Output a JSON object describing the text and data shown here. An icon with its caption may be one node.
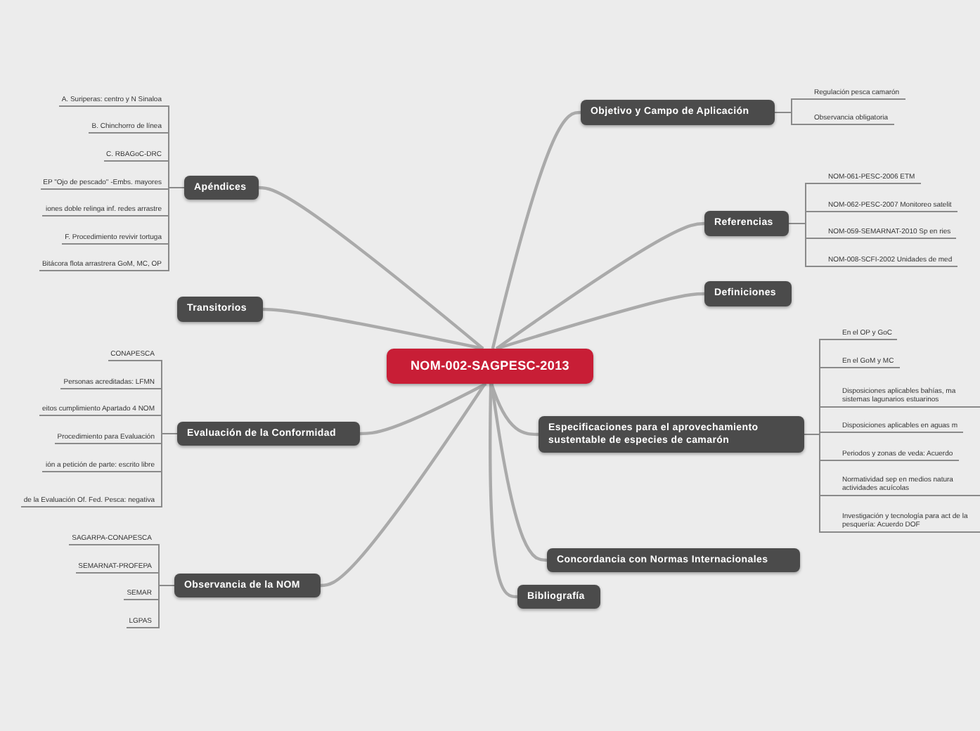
{
  "diagram": {
    "nodes": [
      {
        "text": [
          "NOM-002-SAGPESC-2013"
        ]
      },
      {
        "text": [
          "Objetivo y Campo de Aplicación"
        ]
      },
      {
        "text": [
          "Regulación pesca camarón"
        ]
      },
      {
        "text": [
          "Observancia obligatoria"
        ]
      },
      {
        "text": [
          "Referencias"
        ]
      },
      {
        "text": [
          "NOM-061-PESC-2006 ETM"
        ]
      },
      {
        "text": [
          "NOM-062-PESC-2007 Monitoreo satelit"
        ]
      },
      {
        "text": [
          "NOM-059-SEMARNAT-2010 Sp en ries"
        ]
      },
      {
        "text": [
          "NOM-008-SCFI-2002 Unidades de med"
        ]
      },
      {
        "text": [
          "Definiciones"
        ]
      },
      {
        "text": [
          "Especificaciones para el aprovechamiento sustentable de especies de camarón"
        ]
      },
      {
        "text": [
          "En el OP y GoC"
        ]
      },
      {
        "text": [
          "En el GoM y MC"
        ]
      },
      {
        "text": [
          "Disposiciones aplicables bahías, ma sistemas lagunarios estuarinos"
        ]
      },
      {
        "text": [
          "Disposiciones aplicables en aguas m"
        ]
      },
      {
        "text": [
          "Periodos y zonas de veda: Acuerdo"
        ]
      },
      {
        "text": [
          "Normatividad sep en medios natura actividades acuícolas"
        ]
      },
      {
        "text": [
          "Investigación y tecnología para act de la pesquería: Acuerdo DOF"
        ]
      },
      {
        "text": [
          "Concordancia con Normas Internacionales"
        ]
      },
      {
        "text": [
          "Bibliografía"
        ]
      },
      {
        "text": [
          "Apéndices"
        ]
      },
      {
        "text": [
          "A. Suriperas: centro y N Sinaloa"
        ]
      },
      {
        "text": [
          "B. Chinchorro de línea"
        ]
      },
      {
        "text": [
          "C. RBAGoC-DRC"
        ]
      },
      {
        "text": [
          "EP \"Ojo de pescado\" -Embs. mayores"
        ]
      },
      {
        "text": [
          "iones doble relinga inf. redes arrastre"
        ]
      },
      {
        "text": [
          "F. Procedimiento revivir tortuga"
        ]
      },
      {
        "text": [
          "Bitácora flota arrastrera GoM, MC, OP"
        ]
      },
      {
        "text": [
          "Transitorios"
        ]
      },
      {
        "text": [
          "Evaluación de la Conformidad"
        ]
      },
      {
        "text": [
          "CONAPESCA"
        ]
      },
      {
        "text": [
          "Personas acreditadas: LFMN"
        ]
      },
      {
        "text": [
          "eitos cumplimiento Apartado 4 NOM"
        ]
      },
      {
        "text": [
          "Procedimiento para Evaluación"
        ]
      },
      {
        "text": [
          "ión a petición de parte: escrito libre"
        ]
      },
      {
        "text": [
          "de la Evaluación Of. Fed. Pesca: negativa"
        ]
      },
      {
        "text": [
          "Observancia de la NOM"
        ]
      },
      {
        "text": [
          "SAGARPA-CONAPESCA"
        ]
      },
      {
        "text": [
          "SEMARNAT-PROFEPA"
        ]
      },
      {
        "text": [
          "SEMAR"
        ]
      },
      {
        "text": [
          "LGPAS"
        ]
      }
    ],
    "edges": [
      {
        "from": 0,
        "to": 1,
        "arrow": "none",
        "color": "#aaaaaa"
      },
      {
        "from": 0,
        "to": 4,
        "arrow": "none",
        "color": "#aaaaaa"
      },
      {
        "from": 0,
        "to": 9,
        "arrow": "none",
        "color": "#aaaaaa"
      },
      {
        "from": 0,
        "to": 10,
        "arrow": "none",
        "color": "#aaaaaa"
      },
      {
        "from": 0,
        "to": 18,
        "arrow": "none",
        "color": "#aaaaaa"
      },
      {
        "from": 0,
        "to": 19,
        "arrow": "none",
        "color": "#aaaaaa"
      },
      {
        "from": 0,
        "to": 20,
        "arrow": "none",
        "color": "#aaaaaa"
      },
      {
        "from": 0,
        "to": 28,
        "arrow": "none",
        "color": "#aaaaaa"
      },
      {
        "from": 0,
        "to": 29,
        "arrow": "none",
        "color": "#aaaaaa"
      },
      {
        "from": 0,
        "to": 36,
        "arrow": "none",
        "color": "#aaaaaa"
      },
      {
        "from": 1,
        "to": 2,
        "arrow": "none"
      },
      {
        "from": 1,
        "to": 3,
        "arrow": "none"
      },
      {
        "from": 4,
        "to": 5,
        "arrow": "none"
      },
      {
        "from": 4,
        "to": 6,
        "arrow": "none"
      },
      {
        "from": 4,
        "to": 7,
        "arrow": "none"
      },
      {
        "from": 4,
        "to": 8,
        "arrow": "none"
      },
      {
        "from": 10,
        "to": 11,
        "arrow": "none"
      },
      {
        "from": 10,
        "to": 12,
        "arrow": "none"
      },
      {
        "from": 10,
        "to": 13,
        "arrow": "none"
      },
      {
        "from": 10,
        "to": 14,
        "arrow": "none"
      },
      {
        "from": 10,
        "to": 15,
        "arrow": "none"
      },
      {
        "from": 10,
        "to": 16,
        "arrow": "none"
      },
      {
        "from": 10,
        "to": 17,
        "arrow": "none"
      },
      {
        "from": 20,
        "to": 21,
        "arrow": "none"
      },
      {
        "from": 20,
        "to": 22,
        "arrow": "none"
      },
      {
        "from": 20,
        "to": 23,
        "arrow": "none"
      },
      {
        "from": 20,
        "to": 24,
        "arrow": "none"
      },
      {
        "from": 20,
        "to": 25,
        "arrow": "none"
      },
      {
        "from": 20,
        "to": 26,
        "arrow": "none"
      },
      {
        "from": 20,
        "to": 27,
        "arrow": "none"
      },
      {
        "from": 29,
        "to": 30,
        "arrow": "none"
      },
      {
        "from": 29,
        "to": 31,
        "arrow": "none"
      },
      {
        "from": 29,
        "to": 32,
        "arrow": "none"
      },
      {
        "from": 29,
        "to": 33,
        "arrow": "none"
      },
      {
        "from": 29,
        "to": 34,
        "arrow": "none"
      },
      {
        "from": 29,
        "to": 35,
        "arrow": "none"
      },
      {
        "from": 36,
        "to": 37,
        "arrow": "none"
      },
      {
        "from": 36,
        "to": 38,
        "arrow": "none"
      },
      {
        "from": 36,
        "to": 39,
        "arrow": "none"
      },
      {
        "from": 36,
        "to": 40,
        "arrow": "none"
      }
    ]
  }
}
